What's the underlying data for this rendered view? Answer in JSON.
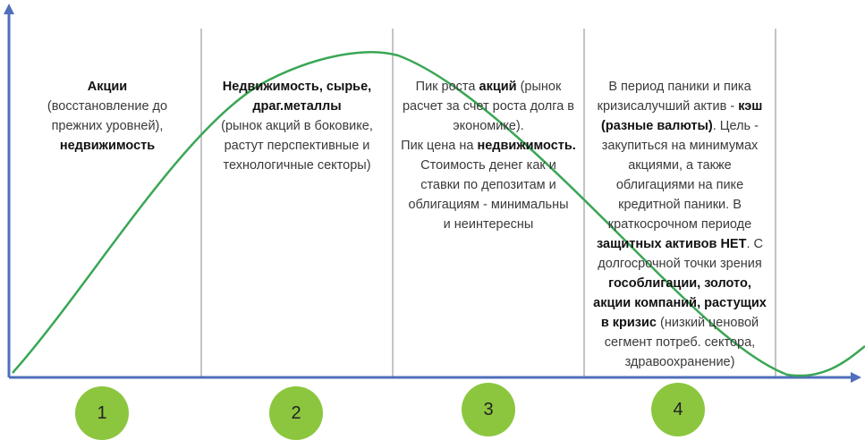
{
  "colors": {
    "axis": "#4f6fba",
    "curve": "#3aa655",
    "divider": "#b0b0b0",
    "circle": "#8cc63f"
  },
  "columns": [
    {
      "segments": [
        {
          "text": "Акции",
          "bold": true
        },
        {
          "text": "\n(восстановление до\nпрежних уровней),\n",
          "bold": false
        },
        {
          "text": "недвижимость",
          "bold": true
        }
      ]
    },
    {
      "segments": [
        {
          "text": "Недвижимость, сырье,\nдраг.металлы",
          "bold": true
        },
        {
          "text": "\n(рынок акций в боковике,\nрастут перспективные и\nтехнологичные секторы)",
          "bold": false
        }
      ]
    },
    {
      "segments": [
        {
          "text": "Пик роста ",
          "bold": false
        },
        {
          "text": "акций",
          "bold": true
        },
        {
          "text": " (рынок\nрасчет за счет роста долга в\nэкономике).\nПик цена на ",
          "bold": false
        },
        {
          "text": "недвижимость.",
          "bold": true
        },
        {
          "text": "\nСтоимость денег как и\nставки по депозитам и\nоблигациям - минимальны\nи неинтересны",
          "bold": false
        }
      ]
    },
    {
      "segments": [
        {
          "text": "В период паники и пика\nкризисалучший актив - ",
          "bold": false
        },
        {
          "text": "кэш\n(разные валюты)",
          "bold": true
        },
        {
          "text": ". Цель -\nзакупиться на минимумах\nакциями, а также\nоблигациями на пике\nкредитной паники. В\nкраткосрочном периоде\n",
          "bold": false
        },
        {
          "text": "защитных активов НЕТ",
          "bold": true
        },
        {
          "text": ". С\nдолгосрочной точки зрения\n",
          "bold": false
        },
        {
          "text": "гособлигации, золото,\nакции компаний, растущих\nв кризис",
          "bold": true
        },
        {
          "text": " (низкий ценовой\nсегмент потреб. сектора,\nздравоохранение)",
          "bold": false
        }
      ]
    }
  ],
  "phases": [
    "1",
    "2",
    "3",
    "4"
  ]
}
